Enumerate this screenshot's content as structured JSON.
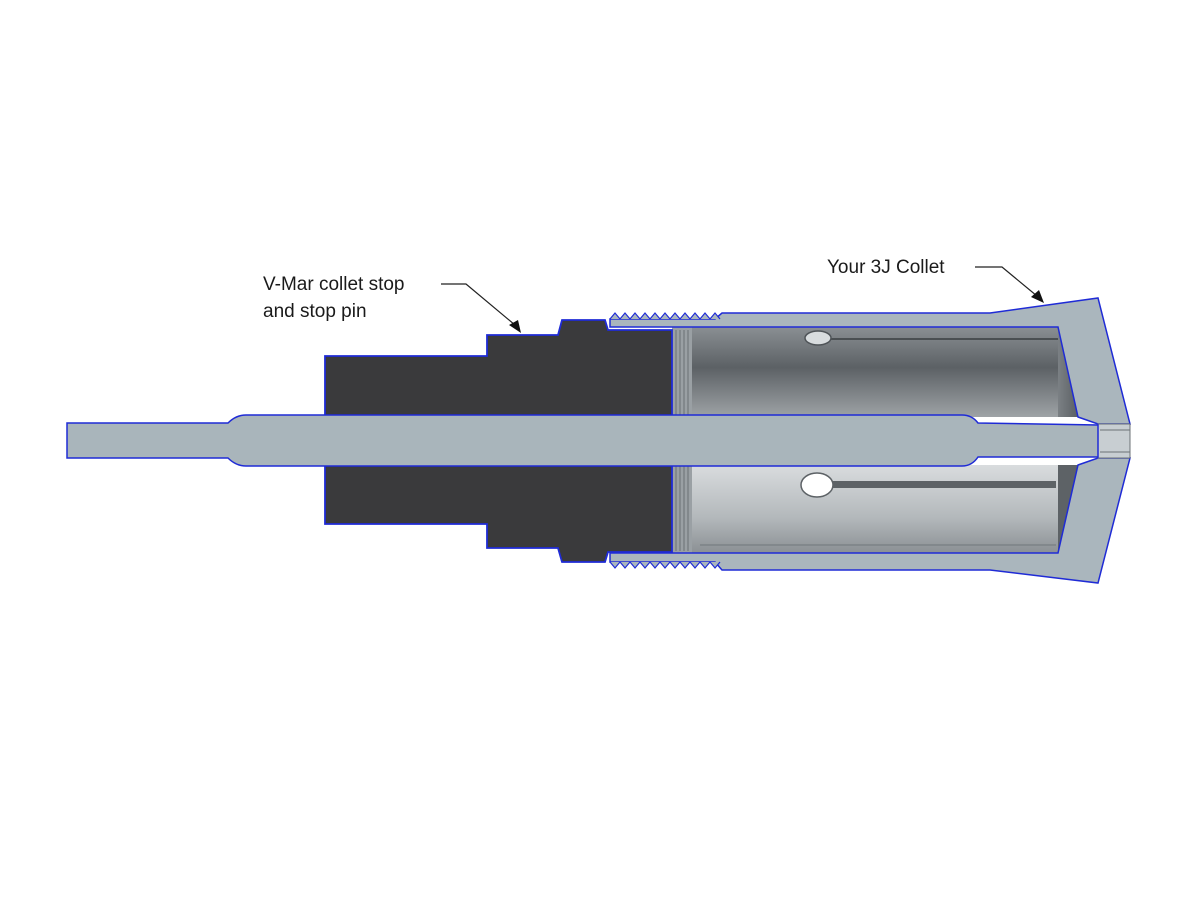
{
  "callouts": {
    "collet_stop": {
      "line1": "V-Mar collet stop",
      "line2": "and stop pin"
    },
    "collet": {
      "label": "Your 3J Collet"
    }
  },
  "colors": {
    "background": "#ffffff",
    "section_outline": "#1f2bd6",
    "collet_stop_body": "#3a3a3c",
    "collet_section": "#aab6bd",
    "stop_pin": "#a9b5bb",
    "bore_interior_dark": "#6f7478",
    "bore_interior_light": "#c9cdd0",
    "leader_line": "#222222"
  },
  "parts": [
    {
      "name": "collet-stop",
      "icon": "collet-stop-section"
    },
    {
      "name": "stop-pin",
      "icon": "stop-pin-section"
    },
    {
      "name": "3j-collet",
      "icon": "collet-section"
    }
  ]
}
